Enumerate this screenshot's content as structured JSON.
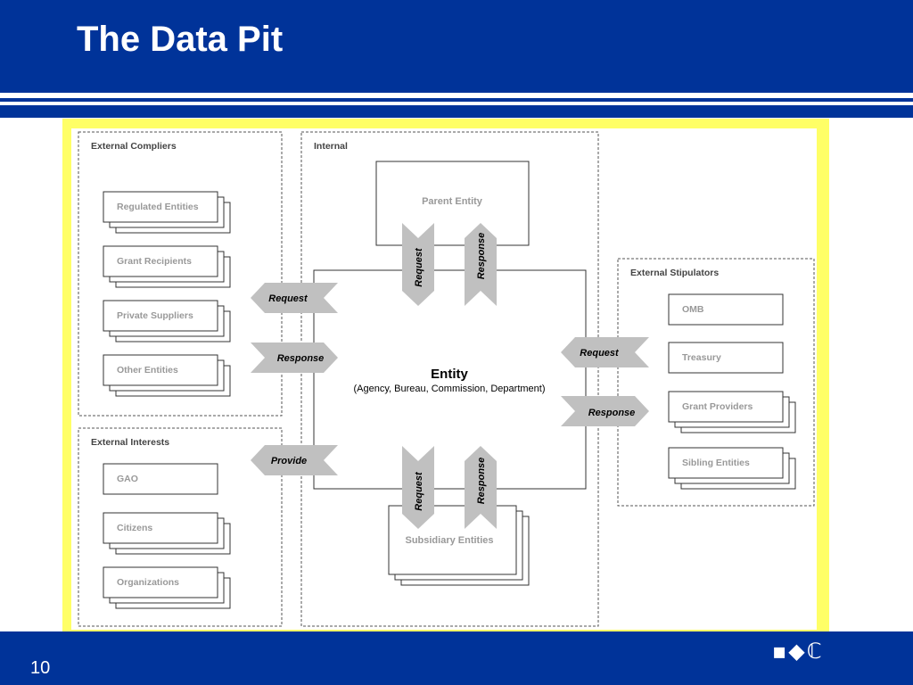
{
  "slide": {
    "title": "The Data Pit",
    "page_number": "10",
    "logo": "▪◆ℂ"
  },
  "colors": {
    "header_blue": "#003399",
    "frame_yellow": "#ffff66",
    "arrow_gray": "#c0c0c0"
  },
  "groups": {
    "external_compliers": {
      "label": "External Compliers",
      "items": [
        "Regulated Entities",
        "Grant Recipients",
        "Private Suppliers",
        "Other Entities"
      ]
    },
    "external_interests": {
      "label": "External Interests",
      "items": [
        "GAO",
        "Citizens",
        "Organizations"
      ]
    },
    "internal": {
      "label": "Internal"
    },
    "external_stipulators": {
      "label": "External Stipulators",
      "items": [
        "OMB",
        "Treasury",
        "Grant Providers",
        "Sibling Entities"
      ]
    }
  },
  "entity": {
    "title": "Entity",
    "subtitle": "(Agency, Bureau, Commission, Department)"
  },
  "parent": {
    "label": "Parent Entity"
  },
  "subsidiary": {
    "label": "Subsidiary Entities"
  },
  "arrows": {
    "left_request": "Request",
    "left_response": "Response",
    "left_provide": "Provide",
    "right_request": "Request",
    "right_response": "Response",
    "top_request": "Request",
    "top_response": "Response",
    "bottom_request": "Request",
    "bottom_response": "Response"
  }
}
